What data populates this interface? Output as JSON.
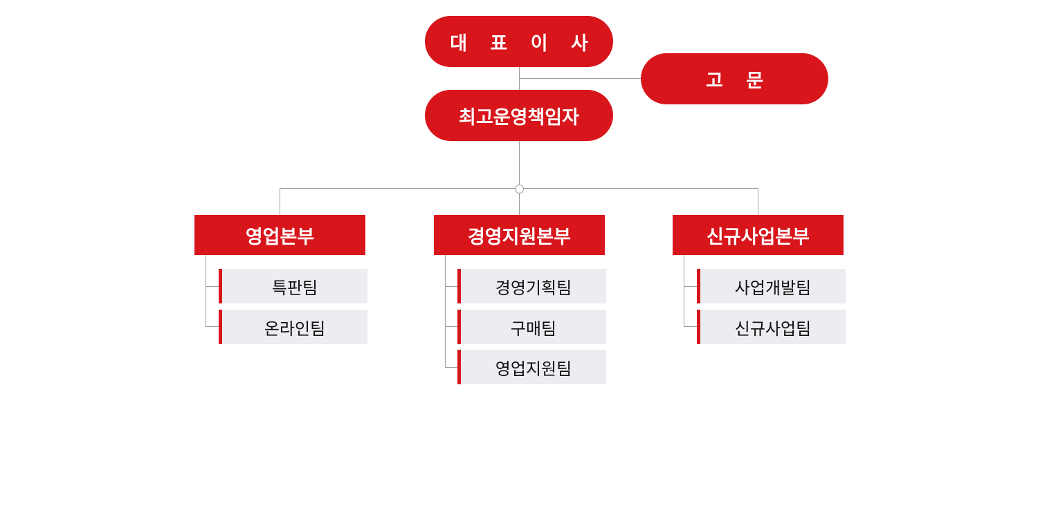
{
  "ceo": "대 표 이 사",
  "advisor": "고 문",
  "coo": "최고운영책임자",
  "divisions": [
    {
      "name": "영업본부",
      "teams": [
        "특판팀",
        "온라인팀"
      ]
    },
    {
      "name": "경영지원본부",
      "teams": [
        "경영기획팀",
        "구매팀",
        "영업지원팀"
      ]
    },
    {
      "name": "신규사업본부",
      "teams": [
        "사업개발팀",
        "신규사업팀"
      ]
    }
  ],
  "colors": {
    "accent": "#d7151b",
    "team_bg": "#ebedf0",
    "line": "#9a9a9a"
  }
}
